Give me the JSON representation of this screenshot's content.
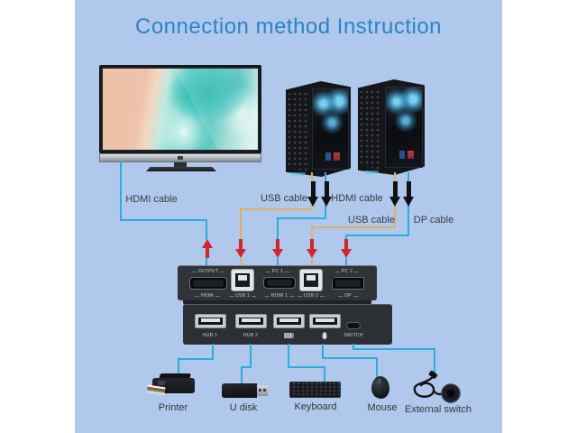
{
  "title": "Connection method Instruction",
  "labels": {
    "monitor_hdmi": "HDMI cable",
    "pc1_usb": "USB cable",
    "pc1_hdmi": "HDMI cable",
    "pc2_usb": "USB cable",
    "pc2_dp": "DP cable"
  },
  "switch_rear": {
    "output": "OUTPUT",
    "output_port": "HDMI",
    "usb1": "USB 1",
    "pc1": "PC 1",
    "pc1_port": "HDMI 1",
    "usb2": "USB 2",
    "pc2": "PC 2",
    "pc2_port": "DP"
  },
  "switch_front": {
    "hub1": "HUB 1",
    "hub2": "HUB 2",
    "keyboard_icon": "keyboard-icon",
    "mouse_icon": "mouse-icon",
    "switch": "SWITCH"
  },
  "peripherals": {
    "printer": "Printer",
    "udisk": "U disk",
    "keyboard": "Keyboard",
    "mouse": "Mouse",
    "external_switch": "External switch"
  },
  "colors": {
    "background": "#b0c8ec",
    "title": "#2b84c6",
    "hdmi_dp_cable": "#2aaede",
    "usb_cable": "#dcb266",
    "arrow_red": "#d6242b",
    "arrow_black": "#101114"
  }
}
